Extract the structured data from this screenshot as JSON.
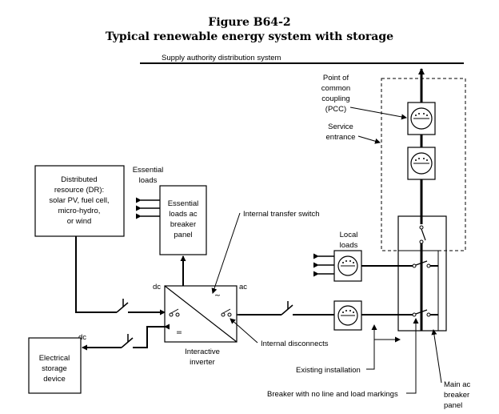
{
  "figure": {
    "number": "Figure B64-2",
    "caption": "Typical renewable energy system with storage"
  },
  "labels": {
    "supply": "Supply authority distribution system",
    "pcc": [
      "Point of",
      "common",
      "coupling",
      "(PCC)"
    ],
    "service_entrance": [
      "Service",
      "entrance"
    ],
    "distributed_resource": [
      "Distributed",
      "resource (DR):",
      "solar PV, fuel cell,",
      "micro-hydro,",
      "or wind"
    ],
    "essential_loads": [
      "Essential",
      "loads"
    ],
    "essential_panel": [
      "Essential",
      "loads ac",
      "breaker",
      "panel"
    ],
    "internal_transfer_switch": "Internal transfer switch",
    "local_loads": [
      "Local",
      "loads"
    ],
    "dc_inverter": "dc",
    "ac_inverter": "ac",
    "dc_storage": "dc",
    "storage_device": [
      "Electrical",
      "storage",
      "device"
    ],
    "interactive_inverter": [
      "Interactive",
      "inverter"
    ],
    "internal_disconnects": "Internal disconnects",
    "existing_installation": "Existing installation",
    "breaker_no_markings": "Breaker with no line and load markings",
    "main_panel": [
      "Main ac",
      "breaker",
      "panel"
    ],
    "inverter_ac_symbol": "~",
    "inverter_dc_symbol": "="
  }
}
